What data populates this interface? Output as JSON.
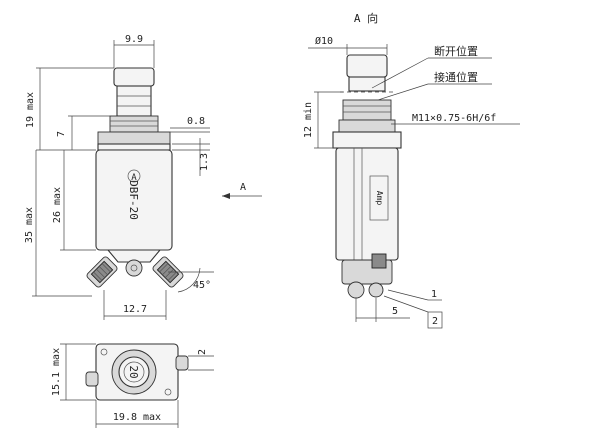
{
  "front_view": {
    "dim_top_width": "9.9",
    "dim_top_height": "19 max",
    "dim_collar": "7",
    "dim_thread_step": "0.8",
    "dim_flange": "1.3",
    "dim_body_height": "26 max",
    "dim_overall_height": "35 max",
    "dim_terminal_spacing": "12.7",
    "dim_angle": "45°",
    "body_marking": "DBF-20",
    "view_arrow_label": "A"
  },
  "side_view": {
    "view_title": "A 向",
    "dim_diameter": "Ø10",
    "label_off_position": "断开位置",
    "label_on_position": "接通位置",
    "dim_thread_length": "12 min",
    "thread_spec": "M11×0.75-6H/6f",
    "dim_terminal_offset": "5",
    "callout_1": "1",
    "callout_2": "2",
    "side_marking": "Amp"
  },
  "top_view": {
    "dim_width": "15.1 max",
    "dim_length": "19.8 max",
    "dim_lug": "2",
    "center_rating": "20"
  }
}
